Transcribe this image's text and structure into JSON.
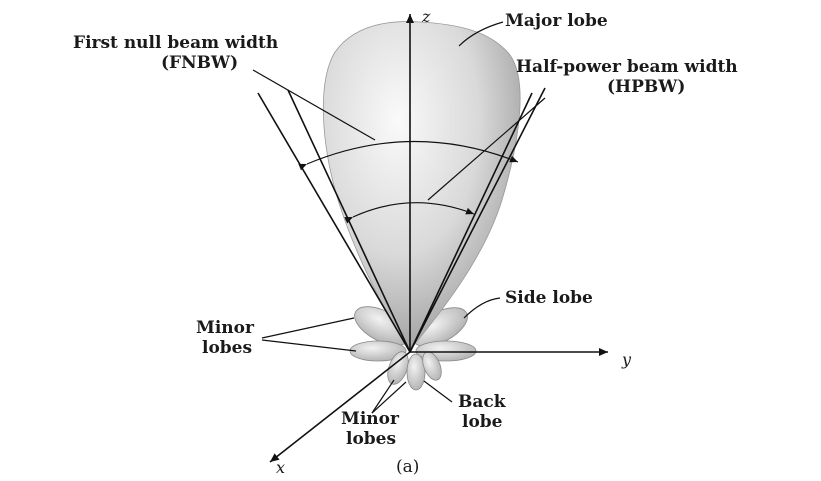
{
  "diagram": {
    "axes": {
      "z": "z",
      "y": "y",
      "x": "x"
    },
    "labels": {
      "major_lobe": "Major lobe",
      "fnbw_line1": "First null beam width",
      "fnbw_line2": "(FNBW)",
      "hpbw_line1": "Half-power beam width",
      "hpbw_line2": "(HPBW)",
      "side_lobe": "Side lobe",
      "minor_lobes_left_line1": "Minor",
      "minor_lobes_left_line2": "lobes",
      "minor_lobes_bottom_line1": "Minor",
      "minor_lobes_bottom_line2": "lobes",
      "back_lobe_line1": "Back",
      "back_lobe_line2": "lobe",
      "caption": "(a)"
    },
    "colors": {
      "lobe_light": "#f4f4f4",
      "lobe_mid": "#c9c9c9",
      "lobe_dark": "#8e8e8e",
      "ink": "#111111"
    }
  }
}
